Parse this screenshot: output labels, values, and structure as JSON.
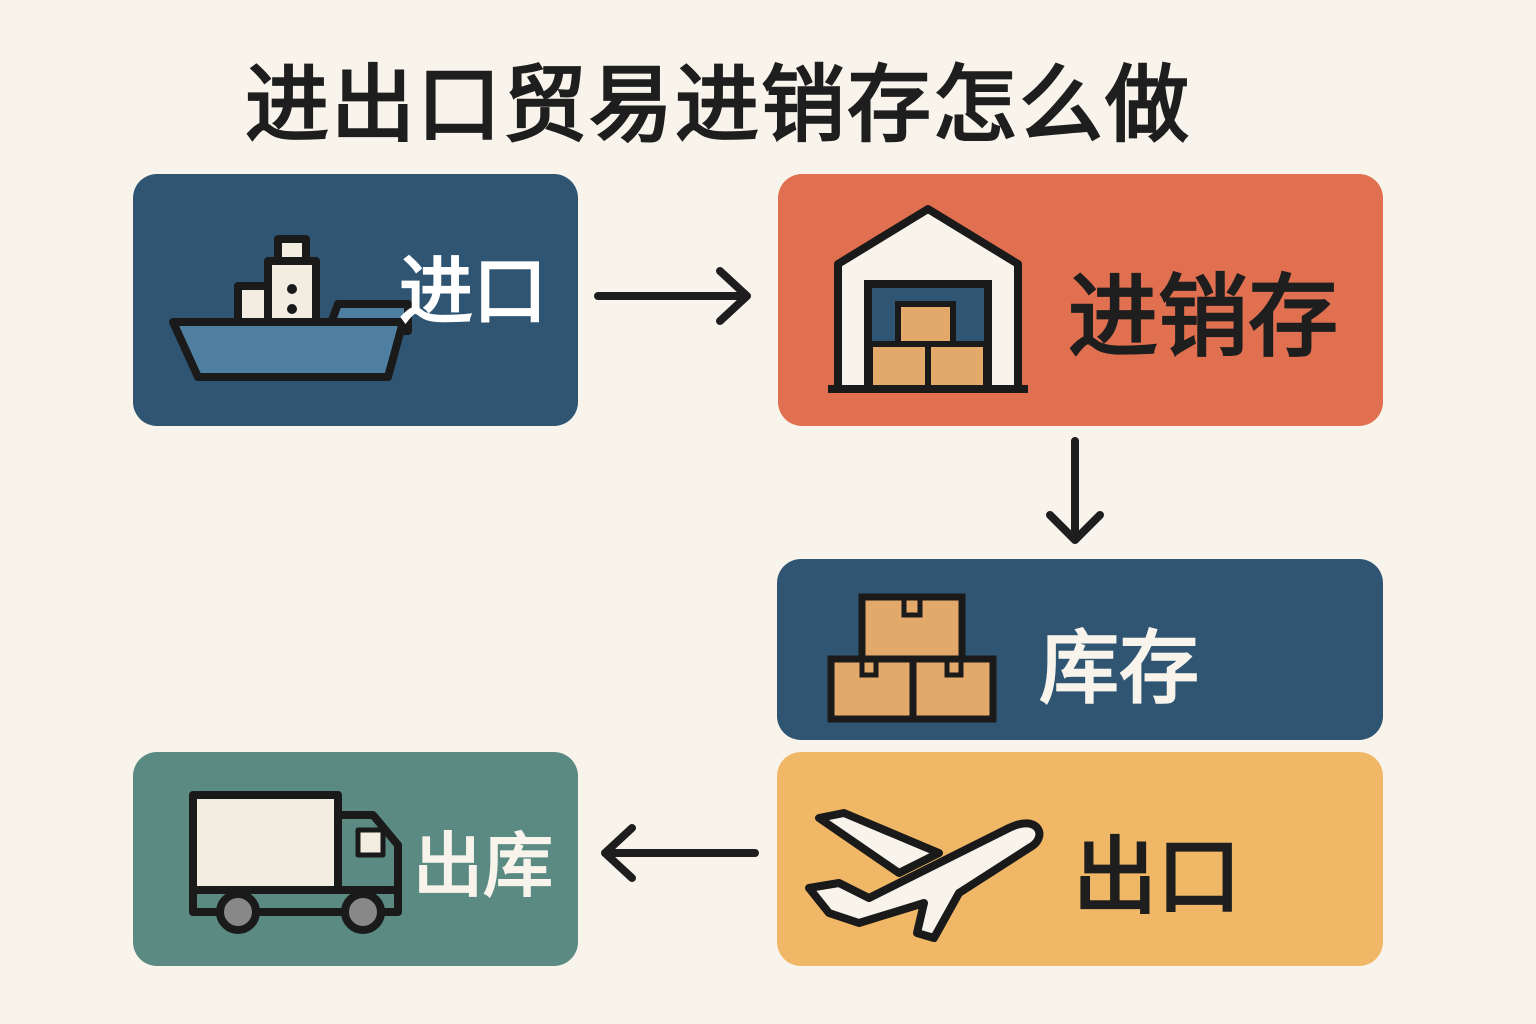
{
  "title": "进出口贸易进销存怎么做",
  "steps": {
    "import": {
      "label": "进口",
      "icon": "ship-icon",
      "color": "#2f5573"
    },
    "inventory_mgmt": {
      "label": "进销存",
      "icon": "warehouse-icon",
      "color": "#e07050"
    },
    "stock": {
      "label": "库存",
      "icon": "boxes-icon",
      "color": "#2f5573"
    },
    "export": {
      "label": "出口",
      "icon": "airplane-icon",
      "color": "#f0b866"
    },
    "outbound": {
      "label": "出库",
      "icon": "truck-icon",
      "color": "#5a8a82"
    }
  }
}
